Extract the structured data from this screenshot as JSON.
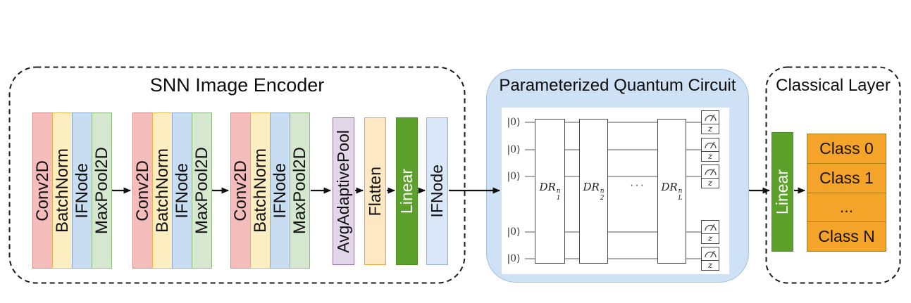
{
  "encoder": {
    "title": "SNN Image Encoder",
    "blocks": [
      {
        "layers": [
          "Conv2D",
          "BatchNorm",
          "IFNode",
          "MaxPool2D"
        ]
      },
      {
        "layers": [
          "Conv2D",
          "BatchNorm",
          "IFNode",
          "MaxPool2D"
        ]
      },
      {
        "layers": [
          "Conv2D",
          "BatchNorm",
          "IFNode",
          "MaxPool2D"
        ]
      }
    ],
    "tail": [
      "AvgAdaptivePool",
      "Flatten",
      "Linear",
      "IFNode"
    ]
  },
  "quantum": {
    "title": "Parameterized Quantum Circuit",
    "qubits": [
      "|0⟩",
      "|0⟩",
      "|0⟩",
      "|0⟩",
      "|0⟩"
    ],
    "gates": [
      {
        "base": "DR",
        "sup": "n",
        "sub": "1"
      },
      {
        "base": "DR",
        "sup": "n",
        "sub": "2"
      },
      {
        "base": "DR",
        "sup": "n",
        "sub": "L"
      }
    ],
    "ellipsis": "···",
    "measure_basis": "z"
  },
  "classical": {
    "title": "Classical Layer",
    "linear": "Linear",
    "classes": [
      "Class 0",
      "Class 1",
      "...",
      "Class N"
    ]
  },
  "colors": {
    "conv": "#f5bcbc",
    "batchnorm": "#fdeec1",
    "ifnode": "#c8dcf2",
    "maxpool": "#d5e7cf",
    "avgpool": "#e2d6e9",
    "flatten": "#fee7c3",
    "linear_green": "#5ba12b",
    "class_orange": "#f4a428",
    "quantum_panel_blue": "#cfe1f5"
  }
}
